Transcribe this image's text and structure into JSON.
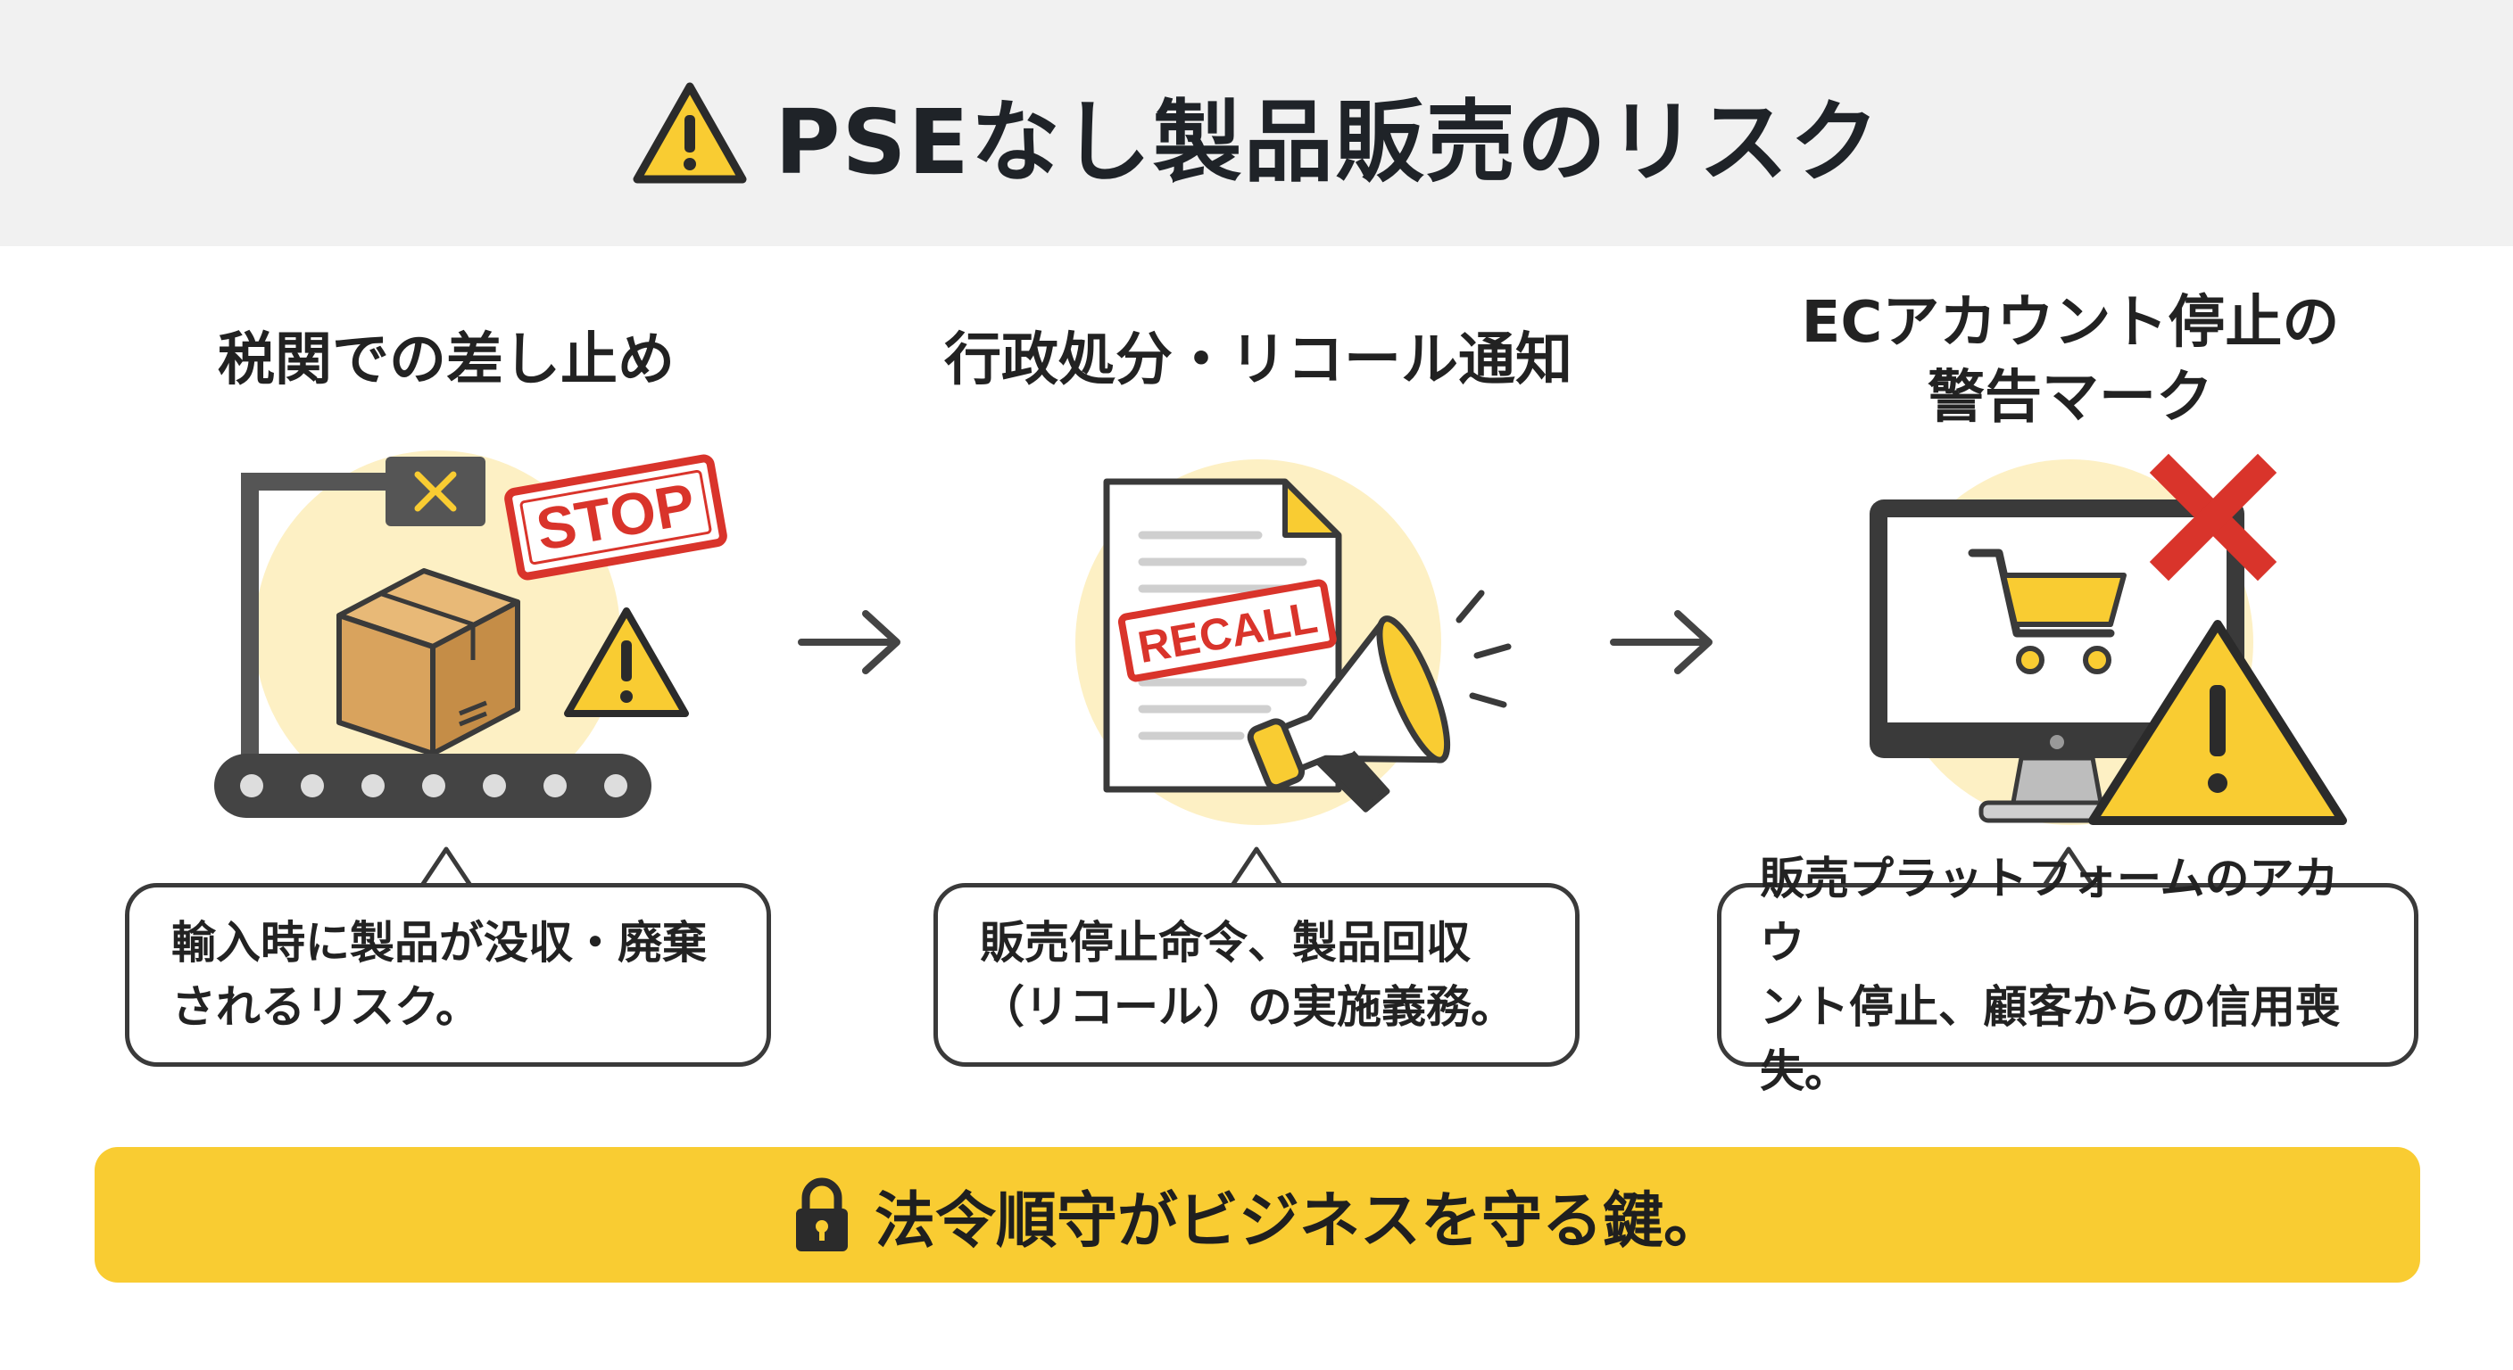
{
  "header": {
    "title": "PSEなし製品販売のリスク",
    "icon": "warning-icon"
  },
  "columns": [
    {
      "title_lines": [
        "税関での差し止め"
      ],
      "icon": "conveyor-box-stop-icon",
      "stamp": "STOP",
      "description_lines": [
        "輸入時に製品が没収・廃棄",
        "されるリスク。"
      ]
    },
    {
      "title_lines": [
        "行政処分・リコール通知"
      ],
      "icon": "recall-document-megaphone-icon",
      "stamp": "RECALL",
      "description_lines": [
        "販売停止命令、製品回収",
        "（リコール）の実施義務。"
      ]
    },
    {
      "title_lines": [
        "ECアカウント停止の",
        "警告マーク"
      ],
      "icon": "monitor-cart-warning-icon",
      "description_lines": [
        "販売プラットフォームのアカウ",
        "ント停止、顧客からの信用喪失。"
      ]
    }
  ],
  "footer": {
    "text": "法令順守がビジネスを守る鍵。",
    "icon": "lock-icon"
  },
  "colors": {
    "header_bg": "#f1f1f1",
    "accent_yellow": "#f9cc32",
    "stamp_red": "#d9342b",
    "outline": "#3a3a3a"
  }
}
